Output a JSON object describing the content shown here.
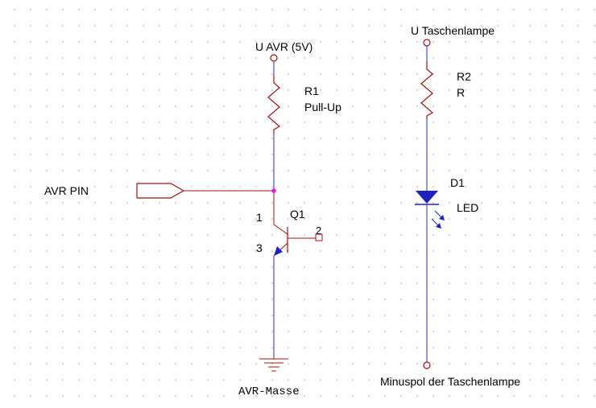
{
  "labels": {
    "u_avr": "U AVR (5V)",
    "r1_ref": "R1",
    "r1_value": "Pull-Up",
    "avr_pin": "AVR PIN",
    "q1_ref": "Q1",
    "q1_pin1": "1",
    "q1_pin2": "2",
    "q1_pin3": "3",
    "avr_ground": "AVR-Masse",
    "u_flashlight": "U Taschenlampe",
    "r2_ref": "R2",
    "r2_value": "R",
    "d1_ref": "D1",
    "d1_value": "LED",
    "flashlight_negative": "Minuspol der Taschenlampe"
  },
  "colors": {
    "wire": "#2b2bc8",
    "component": "#a01010",
    "junction": "#e020e0",
    "grid": "#c8c8c8"
  }
}
